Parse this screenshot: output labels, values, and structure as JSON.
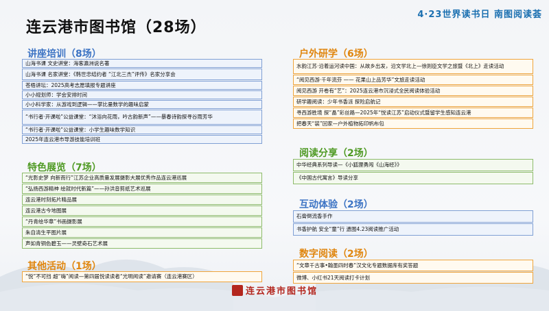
{
  "title": "连云港市图书馆（28场）",
  "banner": "4·23世界读书日  南图阅读荟",
  "colors": {
    "blue": "#4a7fd0",
    "green": "#5aa02c",
    "orange": "#e88a12"
  },
  "sections": {
    "lectures": {
      "title": "讲座培训（8场）",
      "items": [
        "山海书课 文史讲堂：海客瀛洲说名著",
        "山海书课 名家讲堂：《韩世忠结约者 “江北三杰”评传》名家分享会",
        "苍梧讲坛：2025高考志愿填报专题讲座",
        "小小规划师：学会安排时间",
        "小小科学家：从游戏到逻辑——掌比量数学的趣味启蒙",
        "“书行者·开课啦”公益课堂：“沐浴向花雨，吟古韵新声”——暴春诗韵探寻谷雨芳华",
        "“书行者·开课啦”公益课堂：小学生趣味数学知识",
        "2025年连云港市导游技能培训班"
      ]
    },
    "exhibitions": {
      "title": "特色展览（7场）",
      "items": [
        "“光影史梦 向新而行”江苏企业高质量发展摄影大展优秀作品连云港巡展",
        "“弘扬西游精神 绘就时代新篇”——孙洪音剪纸艺术巡展",
        "连云港时刻拓片精品展",
        "连云港古今地图展",
        "“丹青绘华章”书画摄影展",
        "朱自清生平图片展",
        "声如青铜色碧玉——灵壁奇石艺术展"
      ]
    },
    "others": {
      "title": "其他活动（1场）",
      "items": [
        "“悦”不可挡 超“嗨”阅读—第四届悦读读者“光明阅读”邀请赛（连云港赛区）"
      ]
    },
    "outdoor": {
      "title": "户外研学（6场）",
      "items": [
        "水韵江苏·沿着运河读中国：从故乡出发，沿文学北上—徐则臣文学之旅暨《北上》走读活动",
        "“阅见西游·千年流芬 —— 花果山上品芳华”文旅走读活动",
        "阅见西游 开卷有“艺”：2025连云港市沉浸式全民阅读体验活动",
        "研学趣阅读：少年书香派 探险启航记",
        "寻西游胜境 探“晶”彩丝路—2025年“悦读江苏”启动仪式暨留学生感知连云港",
        "把春天“装”回家—户外植物拓印帆布包"
      ]
    },
    "reading": {
      "title": "阅读分享（2场）",
      "items": [
        "中华经典系列导读—《小狐狸勇闯《山海经》》",
        "《中国古代寓言》导读分享"
      ]
    },
    "interactive": {
      "title": "互动体验（2场）",
      "items": [
        "石膏倒流香手作",
        "书香护航 安全“童”行  遗图4.23阅读推广活动"
      ]
    },
    "digital": {
      "title": "数字阅读（2场）",
      "items": [
        "“文章千古事•翰墨四时春”汉文化专题数据库有奖答题",
        "微博、小红书21天阅读打卡计划"
      ]
    }
  },
  "logo_text": "连云港市图书馆"
}
